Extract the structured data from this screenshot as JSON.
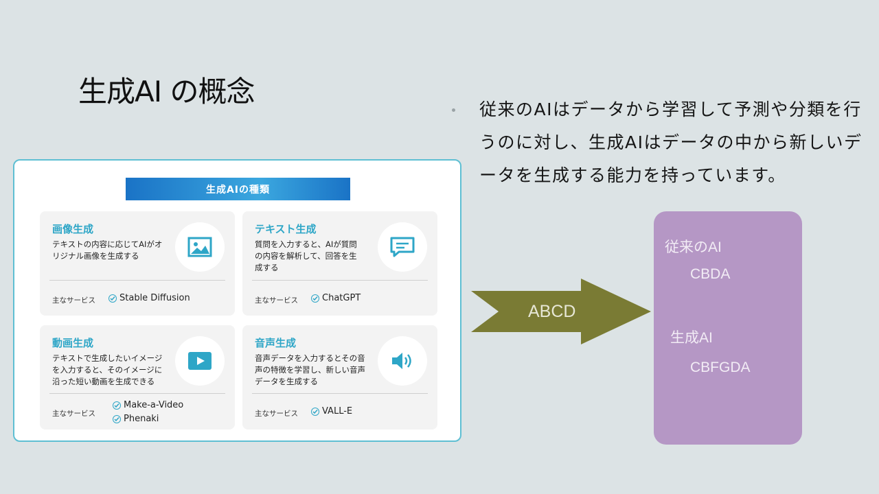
{
  "slide": {
    "title": "生成AI の概念",
    "bullet": "従来のAIはデータから学習して予測や分類を行うのに対し、生成AIはデータの中から新しいデータを生成する能力を持っています。"
  },
  "infographic": {
    "banner": "生成AIの種類",
    "services_label": "主なサービス",
    "tiles": [
      {
        "title": "画像生成",
        "desc": "テキストの内容に応じてAIがオリジナル画像を生成する",
        "icon": "image-icon",
        "services": [
          "Stable Diffusion"
        ]
      },
      {
        "title": "テキスト生成",
        "desc": "質問を入力すると、AIが質問の内容を解析して、回答を生成する",
        "icon": "chat-bubble-icon",
        "services": [
          "ChatGPT"
        ]
      },
      {
        "title": "動画生成",
        "desc": "テキストで生成したいイメージを入力すると、そのイメージに沿った短い動画を生成できる",
        "icon": "play-icon",
        "services": [
          "Make-a-Video",
          "Phenaki"
        ]
      },
      {
        "title": "音声生成",
        "desc": "音声データを入力するとその音声の特徴を学習し、新しい音声データを生成する",
        "icon": "speaker-icon",
        "services": [
          "VALL-E"
        ]
      }
    ],
    "accent_color": "#2ea6c7"
  },
  "arrow": {
    "label": "ABCD",
    "color": "#7a7b34"
  },
  "purple_box": {
    "color": "#b597c5",
    "label_1": "従来のAI",
    "value_1": "CBDA",
    "label_2": "生成AI",
    "value_2": "CBFGDA"
  }
}
